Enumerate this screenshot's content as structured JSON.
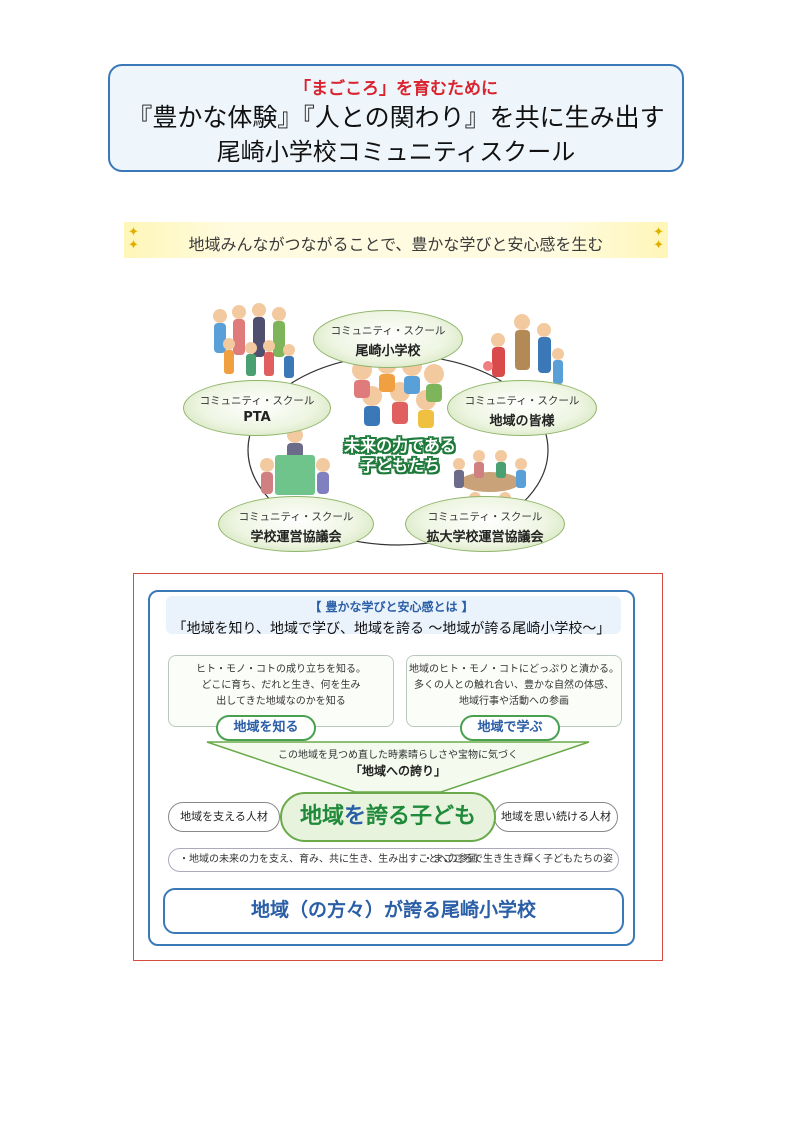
{
  "header": {
    "line1": "「まごころ」を育むために",
    "line2": "『豊かな体験』『人との関わり』を共に生み出す",
    "line3": "尾崎小学校コミュニティスクール"
  },
  "tagline": "地域みんながつながることで、豊かな学びと安心感を生む",
  "diagram": {
    "school": {
      "small": "コミュニティ・スクール",
      "big": "尾崎小学校"
    },
    "pta": {
      "small": "コミュニティ・スクール",
      "big": "PTA"
    },
    "community": {
      "small": "コミュニティ・スクール",
      "big": "地域の皆様"
    },
    "council": {
      "small": "コミュニティ・スクール",
      "big": "学校運営協議会"
    },
    "expanded_council": {
      "small": "コミュニティ・スクール",
      "big": "拡大学校運営協議会"
    },
    "center_line1": "未来の力である",
    "center_line2": "子どもたち"
  },
  "section": {
    "label": "【 豊かな学びと安心感とは 】",
    "title": "「地域を知り、地域で学び、地域を誇る 〜地域が誇る尾崎小学校〜」",
    "left_card": {
      "line1": "ヒト・モノ・コトの成り立ちを知る。",
      "line2": "どこに育ち、だれと生き、何を生み",
      "line3": "出してきた地域なのかを知る",
      "pill_pre": "地域",
      "pill_hl": "を",
      "pill_post": "知る"
    },
    "right_card": {
      "line1": "地域のヒト・モノ・コトにどっぷりと漬かる。",
      "line2": "多くの人との触れ合い、豊かな自然の体感、",
      "line3": "地域行事や活動への参画",
      "pill_pre": "地域",
      "pill_hl": "で",
      "pill_post": "学ぶ"
    },
    "funnel_text": "この地域を見つめ直した時素晴らしさや宝物に気づく",
    "funnel_label": "「地域への誇り」",
    "side_left": "地域を支える人材",
    "side_right": "地域を思い続ける人材",
    "center_pre": "地域",
    "center_hl": "を",
    "center_post": "誇る子ども",
    "bullet_left": "・地域の未来の力を支え、育み、共に生き、生み出すことへの参画",
    "bullet_right": "・まごころで生き生き輝く子どもたちの姿",
    "final": "地域（の方々）が誇る尾崎小学校"
  },
  "colors": {
    "header_border": "#3b78b8",
    "header_accent": "#d9232e",
    "green_accent": "#1f8a3a",
    "blue_accent": "#2a5ea6",
    "outer_frame": "#d84b3f"
  }
}
